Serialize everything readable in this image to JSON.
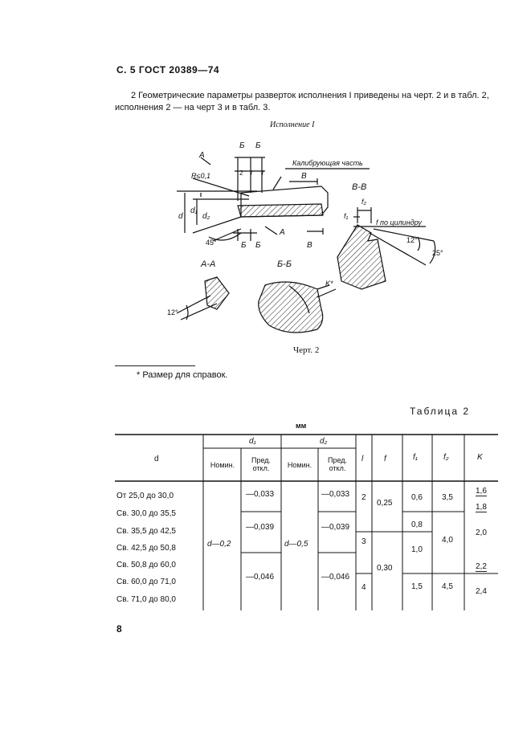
{
  "page": {
    "header": "С. 5 ГОСТ 20389—74",
    "paragraph": "2 Геометрические параметры разверток исполнения I приведены на черт. 2 и в табл. 2, исполнения 2 — на черт 3 и в табл. 3.",
    "variant_title": "Исполнение I",
    "drawing_caption": "Черт. 2",
    "footnote": "* Размер для справок.",
    "table_title": "Таблица 2",
    "units": "мм",
    "page_number": "8"
  },
  "drawing": {
    "labels": {
      "A_top": "А",
      "B_sec": "Б",
      "B_sec2": "Б",
      "calibr": "Калибрующая часть",
      "R": "R≤0,1",
      "two": "2",
      "l1": "l",
      "l2": "l",
      "d": "d",
      "d1": "d₁",
      "d2": "d₂",
      "angle45": "45°",
      "B_bot": "Б",
      "B_bot2": "Б",
      "A_bot": "А",
      "V_bot": "В",
      "V_top": "В",
      "VV": "В-В",
      "f2": "f₂",
      "f1": "f₁",
      "f_cyl": "f по цилиндру",
      "ang12": "12°",
      "ang25": "25°",
      "AA": "А-А",
      "BB": "Б-Б",
      "K": "K*",
      "ang12b": "12°"
    }
  },
  "table": {
    "header": {
      "d": "d",
      "d1": "d₁",
      "d2": "d₂",
      "l": "l",
      "f": "f",
      "f1": "f₁",
      "f2": "f₂",
      "K": "K",
      "nom1": "Номин.",
      "dev1": "Пред. откл.",
      "nom2": "Номин.",
      "dev2": "Пред. откл."
    },
    "rows": [
      "От 25,0 до 30,0",
      "Св. 30,0 до 35,5",
      "Св. 35,5 до 42,5",
      "Св. 42,5 до 50,8",
      "Св. 50,8 до 60,0",
      "Св. 60,0 до 71,0",
      "Св. 71,0 до 80,0"
    ],
    "d1_nom": "d—0,2",
    "d1_dev": [
      "—0,033",
      "—0,039",
      "—0,046"
    ],
    "d2_nom": "d—0,5",
    "d2_dev": [
      "—0,033",
      "—0,039",
      "—0,046"
    ],
    "l": [
      "2",
      "3",
      "4"
    ],
    "f": [
      "0,25",
      "0,30"
    ],
    "f1": [
      "0,6",
      "0,8",
      "1,0",
      "1,5"
    ],
    "f2": [
      "3,5",
      "4,0",
      "4,5"
    ],
    "K": [
      "1,6",
      "1,8",
      "2,0",
      "2,2",
      "2,4"
    ]
  }
}
